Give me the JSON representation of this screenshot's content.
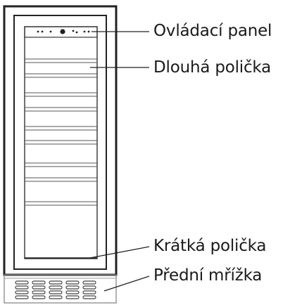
{
  "diagram": {
    "labels": [
      "Ovládací panel",
      "Dlouhá polička",
      "Krátká polička",
      "Přední mřížka"
    ],
    "colors": {
      "line": "#222222",
      "shelf": "#555555",
      "background": "#ffffff"
    },
    "icons": [
      "control-panel-buttons",
      "front-grille-slots"
    ]
  }
}
